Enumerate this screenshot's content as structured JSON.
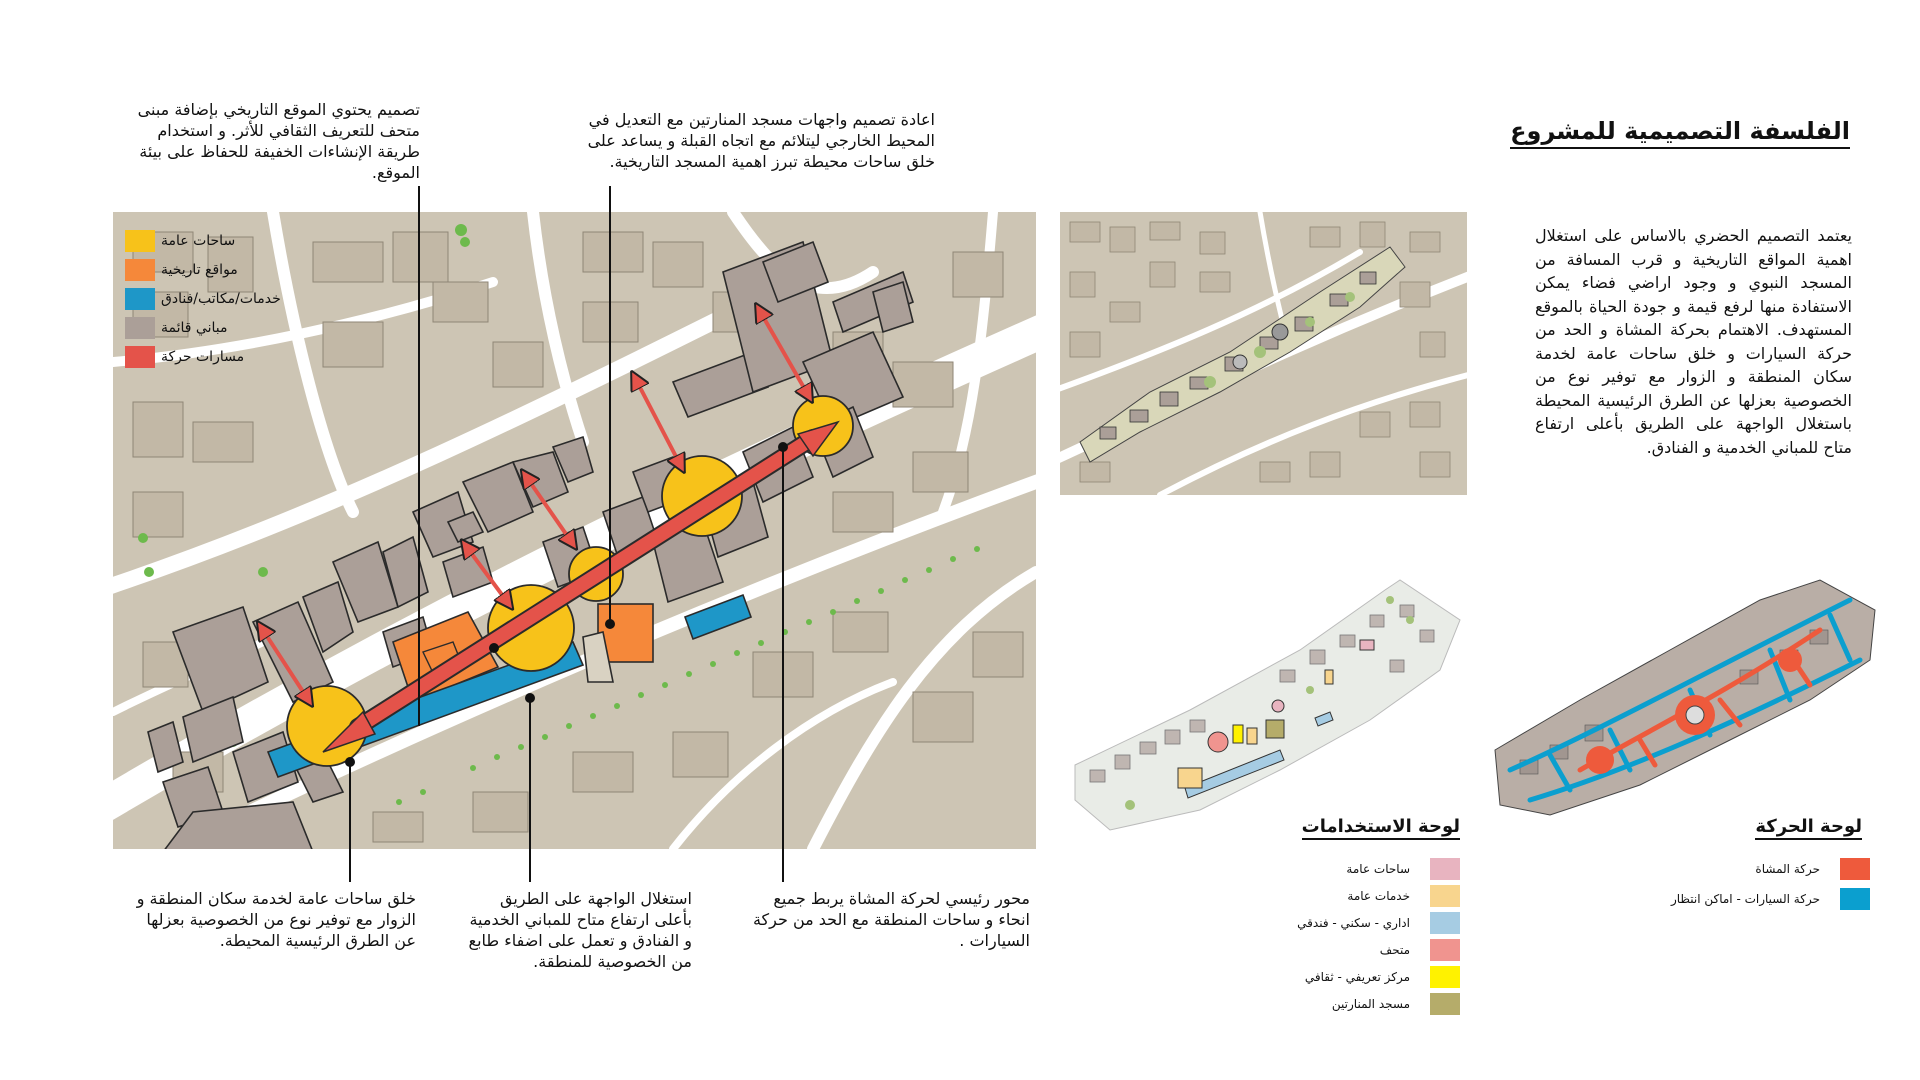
{
  "colors": {
    "map_ground": "#cdc5b4",
    "street": "#ffffff",
    "building": "#ab9f98",
    "public_squares": "#f7c21a",
    "historic_sites": "#f5883a",
    "services": "#1e97c8",
    "movement_paths": "#e4534a",
    "green_dots": "#6dba4c"
  },
  "title": "الفلسفة التصميمية للمشروع",
  "intro": "يعتمد التصميم الحضري بالاساس على استغلال اهمية المواقع التاريخية و قرب المسافة من المسجد النبوي و وجود اراضي فضاء يمكن الاستفادة منها لرفع قيمة و جودة الحياة بالموقع المستهدف. الاهتمام بحركة المشاة و الحد من حركة السيارات و خلق ساحات عامة لخدمة سكان المنطقة و الزوار مع توفير نوع من الخصوصية بعزلها عن الطرق الرئيسية المحيطة باستغلال الواجهة على الطريق بأعلى ارتفاع متاح للمباني الخدمية و الفنادق.",
  "notes": {
    "top_left": "تصميم يحتوي الموقع التاريخي بإضافة مبنى متحف للتعريف الثقافي للأثر. و استخدام طريقة الإنشاءات الخفيفة للحفاظ على بيئة الموقع.",
    "top_right": "اعادة تصميم واجهات مسجد المنارتين مع التعديل في المحيط الخارجي ليتلائم مع اتجاه القبلة و يساعد على خلق ساحات محيطة تبرز اهمية المسجد التاريخية.",
    "bottom_left": "خلق ساحات عامة لخدمة سكان المنطقة و الزوار مع توفير نوع من الخصوصية بعزلها عن الطرق الرئيسية المحيطة.",
    "bottom_middle": "استغلال الواجهة على الطريق بأعلى ارتفاع متاح للمباني الخدمية و الفنادق و تعمل على اضفاء طابع من الخصوصية للمنطقة.",
    "bottom_right": "محور رئيسي لحركة المشاة يربط جميع انحاء و ساحات المنطقة مع الحد من حركة السيارات ."
  },
  "main_legend": [
    {
      "label": "ساحات عامة",
      "color": "#f7c21a"
    },
    {
      "label": "مواقع تاريخية",
      "color": "#f5883a"
    },
    {
      "label": "خدمات/مكاتب/فنادق",
      "color": "#1e97c8"
    },
    {
      "label": "مباني قائمة",
      "color": "#ab9f98"
    },
    {
      "label": "مسارات حركة",
      "color": "#e4534a"
    }
  ],
  "uses_panel": {
    "title": "لوحة الاستخدامات",
    "items": [
      {
        "label": "ساحات عامة",
        "color": "#e8b4c0"
      },
      {
        "label": "خدمات عامة",
        "color": "#f8d58e"
      },
      {
        "label": "اداري - سكني - فندقي",
        "color": "#a6cce3"
      },
      {
        "label": "متحف",
        "color": "#f0948f"
      },
      {
        "label": "مركز تعريفي - ثقافي",
        "color": "#fff200"
      },
      {
        "label": "مسجد المنارتين",
        "color": "#b5ac6a"
      }
    ]
  },
  "movement_panel": {
    "title": "لوحة الحركة",
    "items": [
      {
        "label": "حركة المشاة",
        "color": "#ee5a3c"
      },
      {
        "label": "حركة السيارات - اماكن انتظار",
        "color": "#0b9fcf"
      }
    ]
  }
}
